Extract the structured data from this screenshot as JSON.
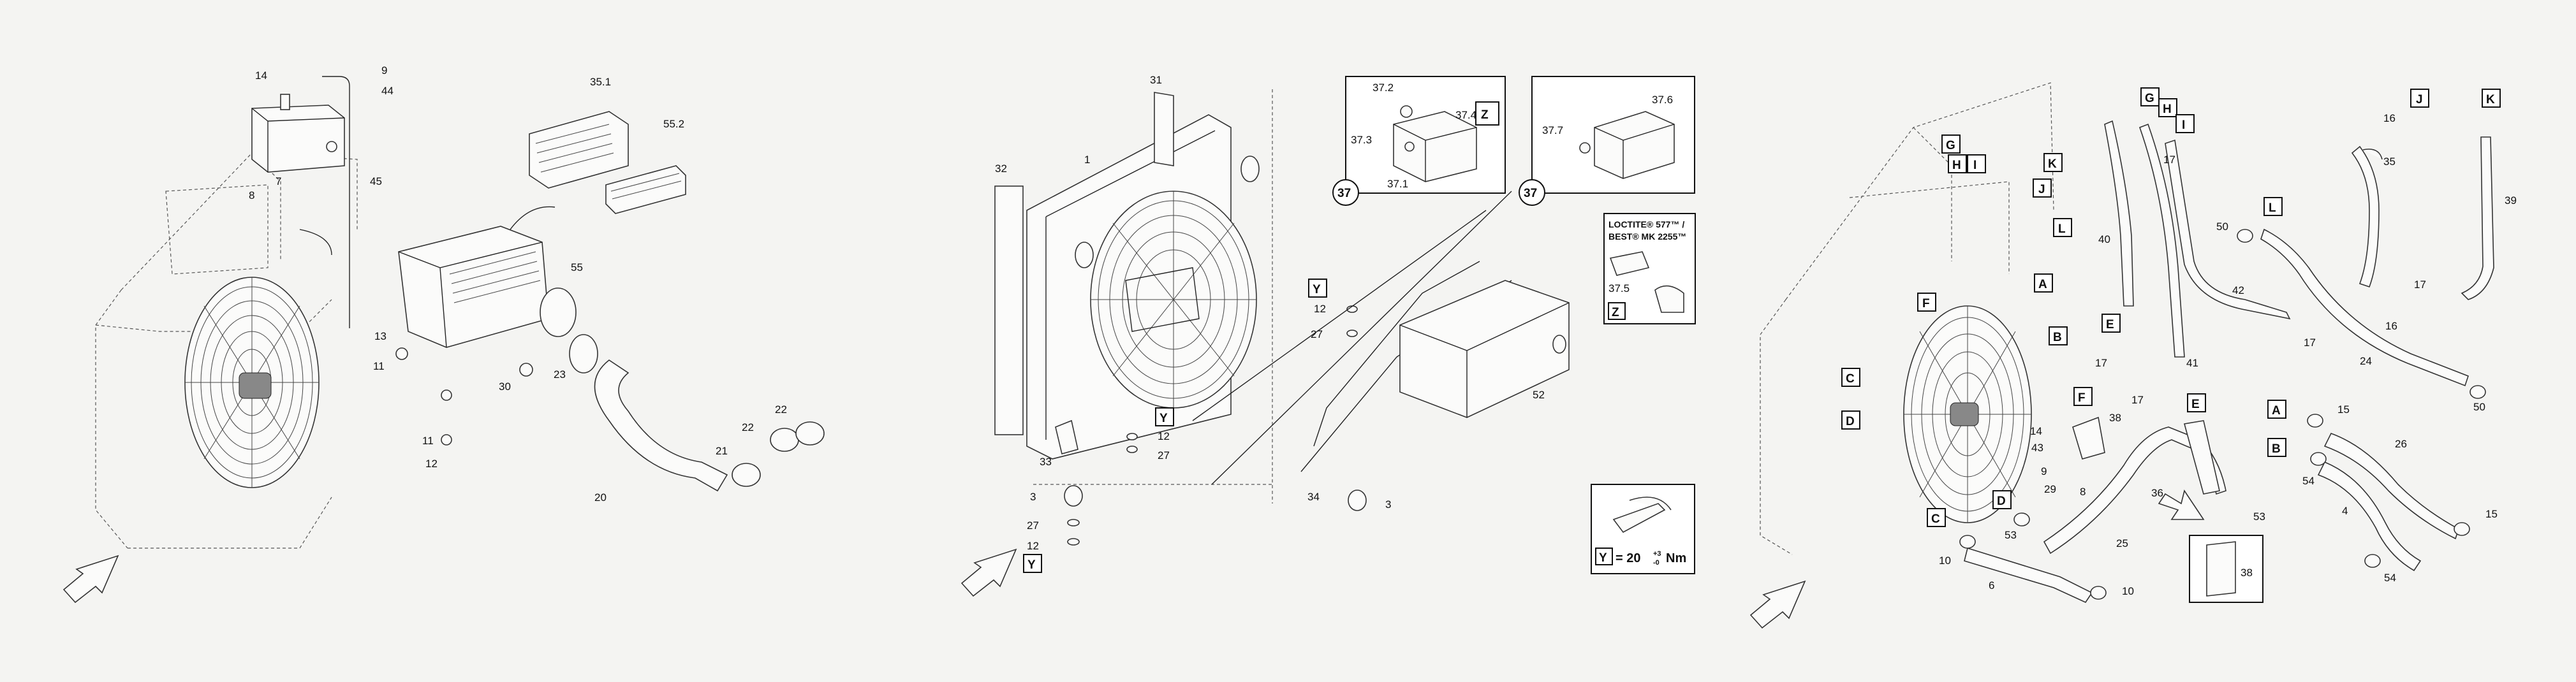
{
  "panel1": {
    "callouts": [
      "14",
      "9",
      "44",
      "35.1",
      "55.2",
      "7",
      "8",
      "45",
      "55",
      "13",
      "11",
      "30",
      "23",
      "11",
      "12",
      "20",
      "21",
      "22",
      "22"
    ]
  },
  "panel2": {
    "callouts": [
      "31",
      "1",
      "32",
      "37.2",
      "37.4",
      "37.3",
      "37.1",
      "37.6",
      "37.7",
      "37",
      "37",
      "12",
      "27",
      "52",
      "33",
      "3",
      "27",
      "12",
      "12",
      "27",
      "34",
      "3"
    ],
    "letter_boxes": [
      "Z",
      "Y",
      "Y",
      "Y"
    ],
    "loctite_line1": "LOCTITE® 577™ /",
    "loctite_line2": "BEST® MK 2255™",
    "loctite_ref": "37.5",
    "loctite_box": "Z",
    "torque_box": "Y",
    "torque_eq": "= 20",
    "torque_tol_plus": "+3",
    "torque_tol_minus": "-0",
    "torque_unit": "Nm"
  },
  "panel3": {
    "callouts": [
      "17",
      "16",
      "35",
      "39",
      "40",
      "50",
      "42",
      "17",
      "16",
      "17",
      "24",
      "17",
      "41",
      "17",
      "50",
      "14",
      "43",
      "38",
      "9",
      "29",
      "8",
      "36",
      "15",
      "26",
      "54",
      "53",
      "4",
      "15",
      "10",
      "53",
      "25",
      "54",
      "6",
      "10",
      "38"
    ],
    "letter_boxes": [
      "G",
      "H",
      "I",
      "J",
      "K",
      "G",
      "H",
      "I",
      "K",
      "J",
      "L",
      "A",
      "F",
      "B",
      "C",
      "L",
      "D",
      "E",
      "E",
      "F",
      "A",
      "B",
      "D",
      "C"
    ]
  },
  "icons": [
    "direction-arrow-icon",
    "fan-icon",
    "wrench-hand-icon",
    "adhesive-tube-icon"
  ]
}
